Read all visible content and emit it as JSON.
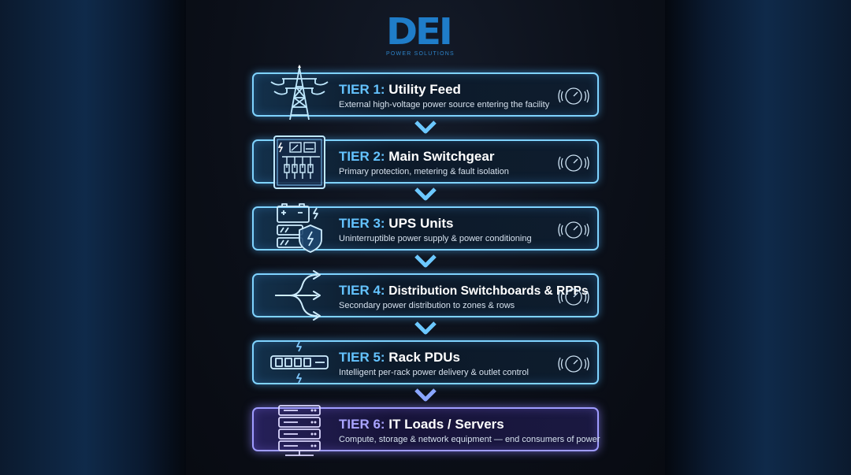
{
  "brand": {
    "logo_text": "DEI",
    "logo_subtitle": "POWER SOLUTIONS"
  },
  "colors": {
    "accent_cyan": "#64c3ff",
    "accent_violet": "#a9a4ff",
    "brand_blue": "#1f7dc9"
  },
  "tiers": [
    {
      "num": "TIER 1:",
      "title": "Utility Feed",
      "desc": "External high-voltage power source entering the facility",
      "icon": "transmission-tower-icon"
    },
    {
      "num": "TIER 2:",
      "title": "Main Switchgear",
      "desc": "Primary protection, metering & fault isolation",
      "icon": "switchgear-panel-icon"
    },
    {
      "num": "TIER 3:",
      "title": "UPS Units",
      "desc": "Uninterruptible power supply & power conditioning",
      "icon": "battery-shield-icon"
    },
    {
      "num": "TIER 4:",
      "title": "Distribution Switchboards & RPPs",
      "desc": "Secondary power distribution to zones & rows",
      "icon": "split-arrows-icon"
    },
    {
      "num": "TIER 5:",
      "title": "Rack PDUs",
      "desc": "Intelligent per-rack power delivery & outlet control",
      "icon": "power-strip-icon"
    },
    {
      "num": "TIER 6:",
      "title": "IT Loads / Servers",
      "desc": "Compute, storage & network equipment — end consumers of power",
      "icon": "server-rack-icon"
    }
  ]
}
